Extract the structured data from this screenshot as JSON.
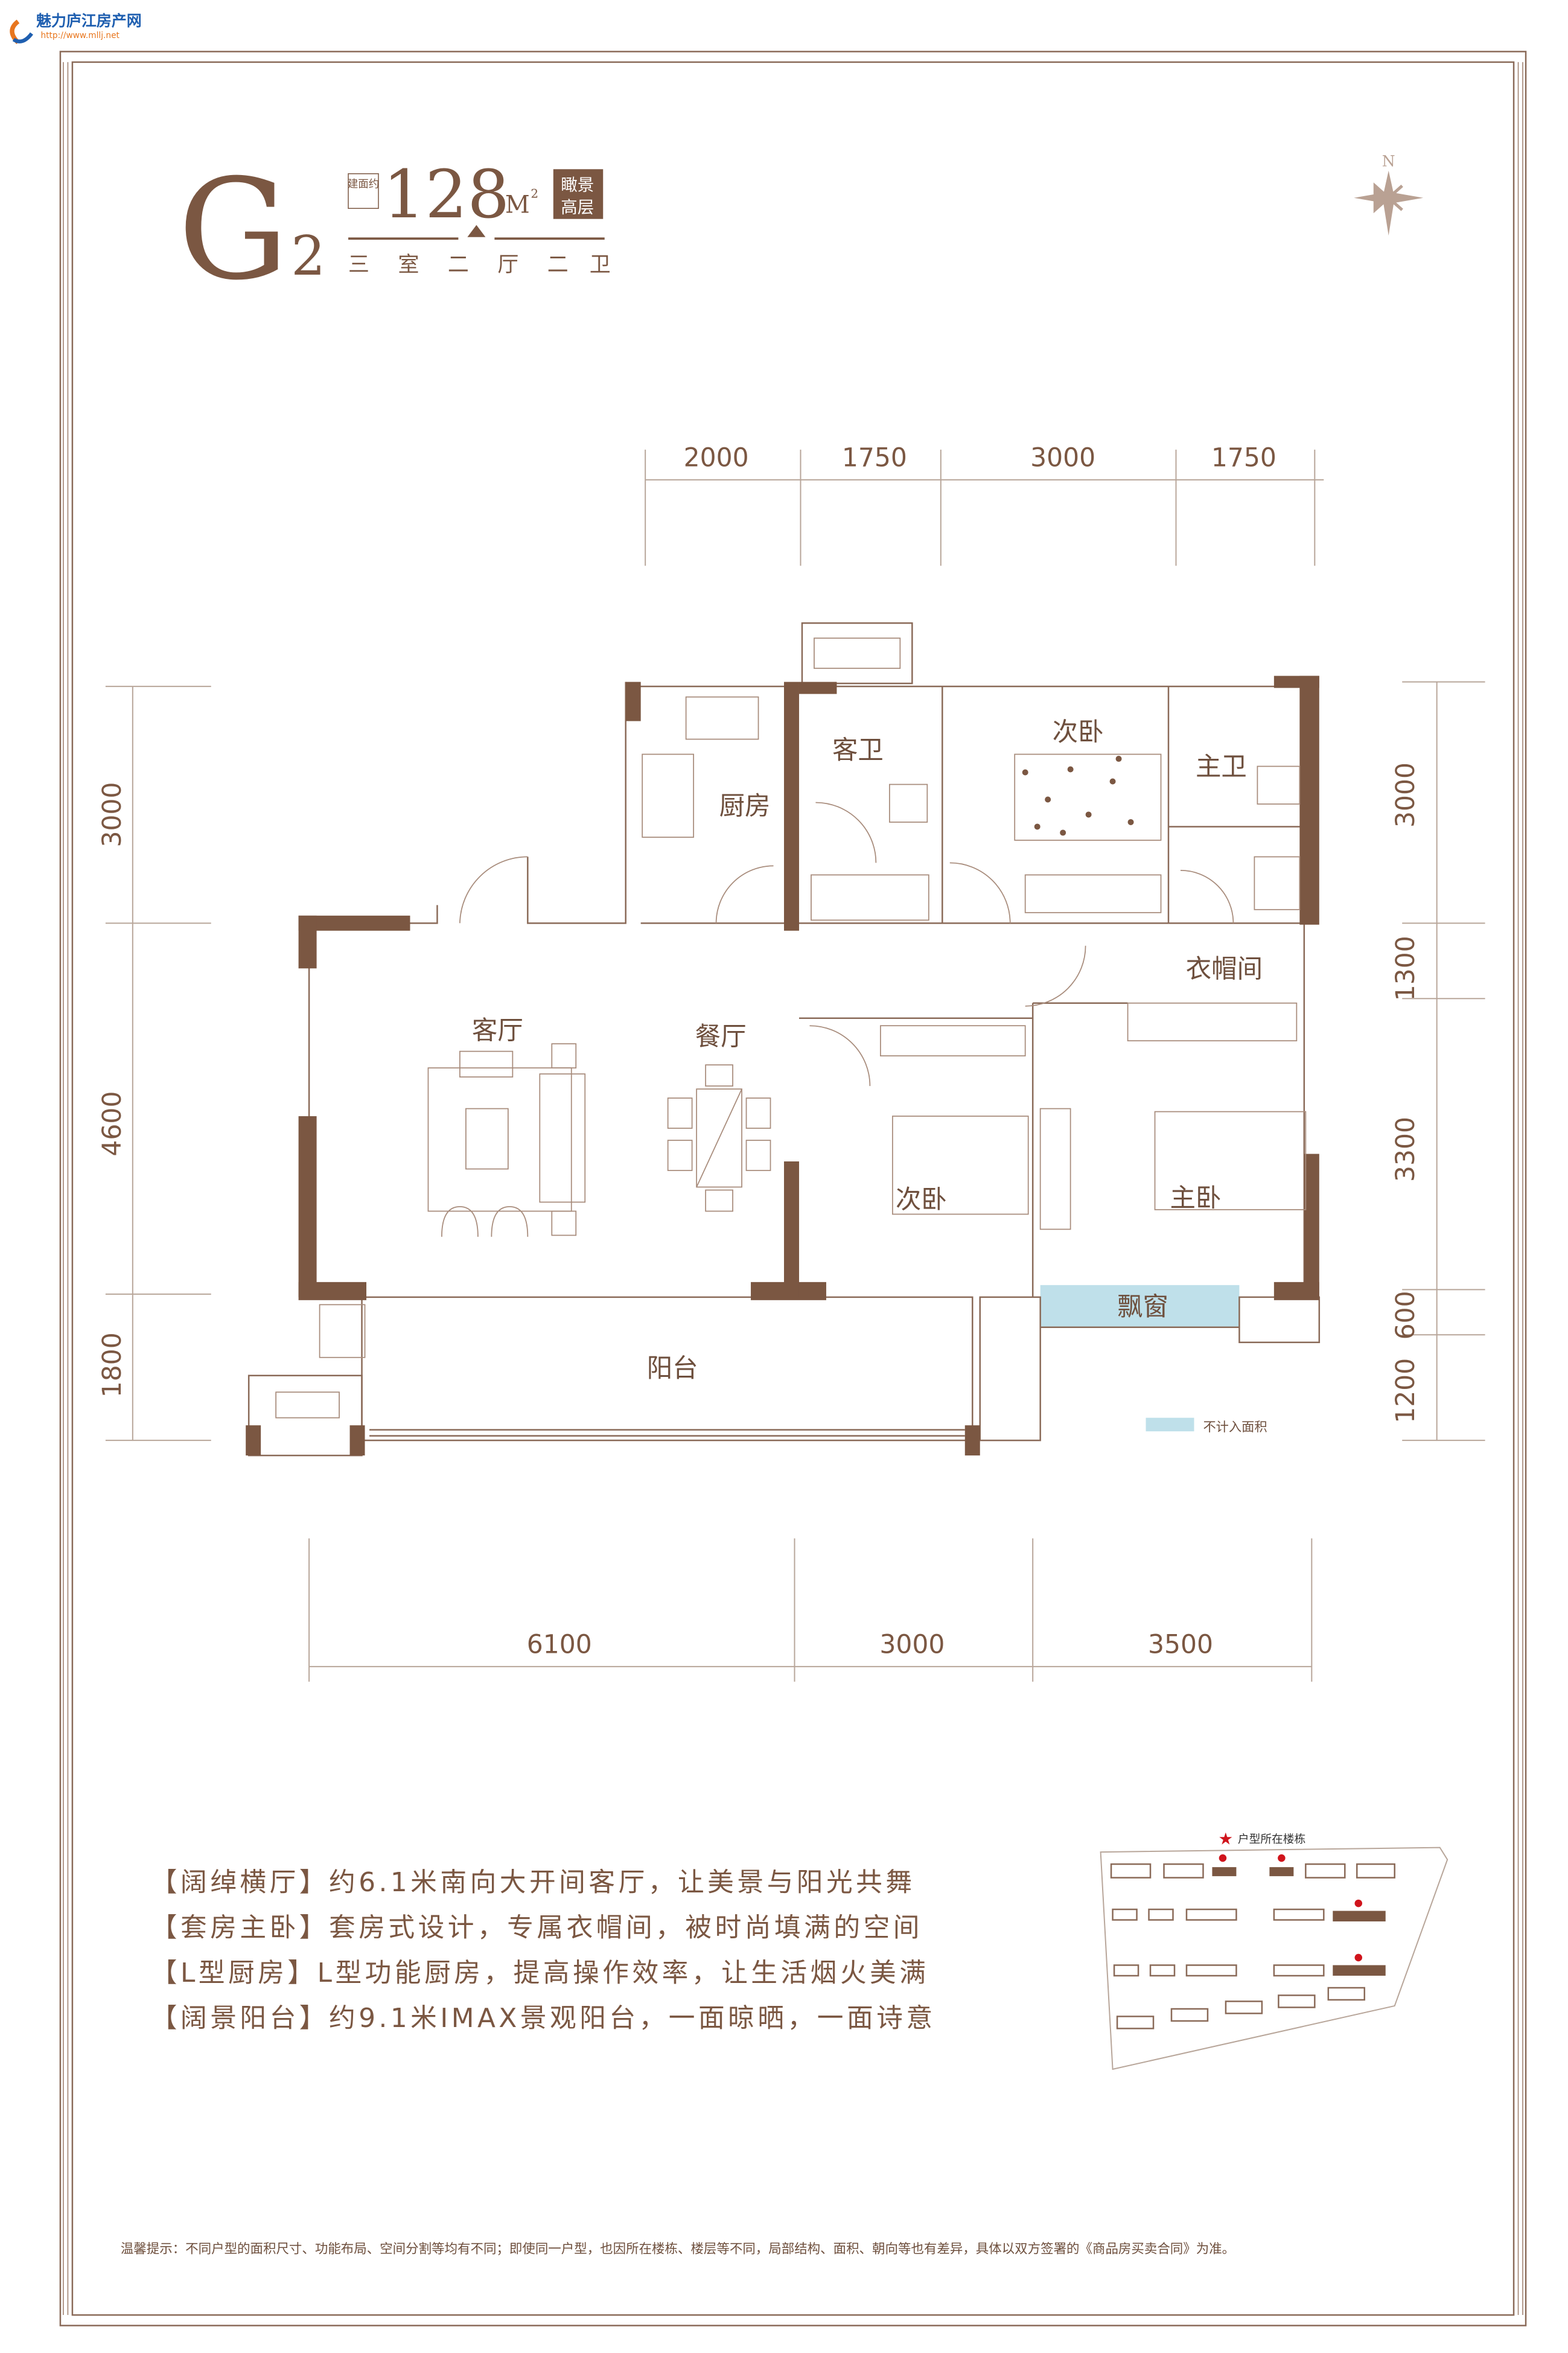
{
  "logo": {
    "name": "魅力庐江房产网",
    "url": "http://www.mllj.net"
  },
  "header": {
    "unit_letter": "G",
    "unit_number": "2",
    "area_prefix": "建面约",
    "area_value": "128",
    "area_unit": "M",
    "area_unit_sup": "2",
    "tag_line1": "瞰景",
    "tag_line2": "高层",
    "layout": [
      "三",
      "室",
      "二",
      "厅",
      "二",
      "卫"
    ]
  },
  "compass": {
    "label": "N"
  },
  "dimensions": {
    "top": [
      "2000",
      "1750",
      "3000",
      "1750"
    ],
    "left": [
      "3000",
      "4600",
      "1800"
    ],
    "right": [
      "3000",
      "1300",
      "3300",
      "600",
      "1200"
    ],
    "bottom": [
      "6100",
      "3000",
      "3500"
    ]
  },
  "rooms": {
    "kitchen": "厨房",
    "guest_bath": "客卫",
    "second_bedroom_north": "次卧",
    "master_bath": "主卫",
    "cloakroom": "衣帽间",
    "living_room": "客厅",
    "dining_room": "餐厅",
    "second_bedroom_south": "次卧",
    "master_bedroom": "主卧",
    "bay_window": "飘窗",
    "balcony": "阳台"
  },
  "legend": {
    "label": "不计入面积",
    "color": "#bfe0ea"
  },
  "features": [
    "【阔绰横厅】约6.1米南向大开间客厅，让美景与阳光共舞",
    "【套房主卧】套房式设计，专属衣帽间，被时尚填满的空间",
    "【L型厨房】L型功能厨房，提高操作效率，让生活烟火美满",
    "【阔景阳台】约9.1米IMAX景观阳台，一面晾晒，一面诗意"
  ],
  "site_plan": {
    "title": "户型所在楼栋",
    "marker_color": "#d0141c"
  },
  "footer_note": "温馨提示：不同户型的面积尺寸、功能布局、空间分割等均有不同；即使同一户型，也因所在楼栋、楼层等不同，局部结构、面积、朝向等也有差异，具体以双方签署的《商品房买卖合同》为准。",
  "colors": {
    "brand": "#7b5742",
    "logo_blue": "#1f5fb0",
    "logo_orange": "#e8761e"
  }
}
